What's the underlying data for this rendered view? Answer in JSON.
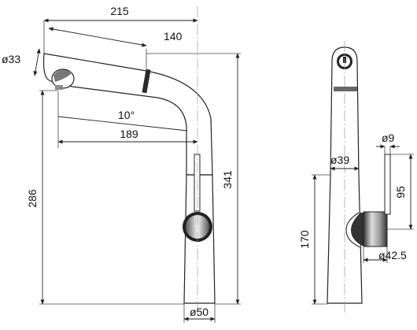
{
  "dimensions": {
    "overall_reach": "215",
    "pullout_length": "140",
    "spout_diameter": "ø33",
    "spout_angle": "10°",
    "spout_reach": "189",
    "body_height": "286",
    "overall_height": "341",
    "base_diameter": "ø50",
    "body_diameter": "ø39",
    "lever_diameter": "ø9",
    "lever_length": "95",
    "side_height": "170",
    "handle_diameter": "ø42.5"
  }
}
